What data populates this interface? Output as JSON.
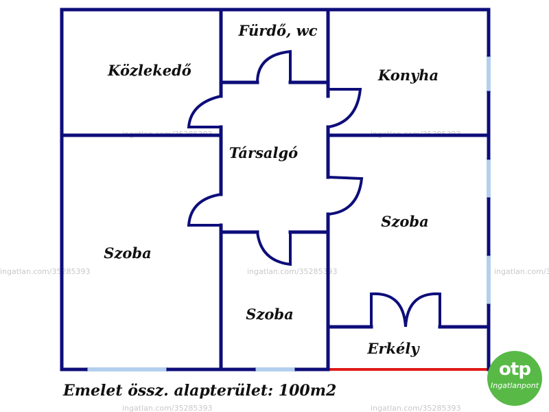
{
  "floor_plan": {
    "rooms": {
      "kozlekedo": "Közlekedő",
      "furdo": "Fürdő, wc",
      "konyha": "Konyha",
      "tarsalgo": "Társalgó",
      "szoba_left": "Szoba",
      "szoba_right": "Szoba",
      "szoba_middle": "Szoba",
      "erkely": "Erkély"
    },
    "caption": "Emelet össz. alapterület: 100m2",
    "watermark": "ingatlan.com/35285393",
    "colors": {
      "wall": "#0d0d7a",
      "window": "#b4cfee",
      "balcony_edge": "#e01818",
      "logo": "#58b947"
    }
  },
  "logo": {
    "brand": "otp",
    "subtitle": "Ingatlanpont"
  }
}
